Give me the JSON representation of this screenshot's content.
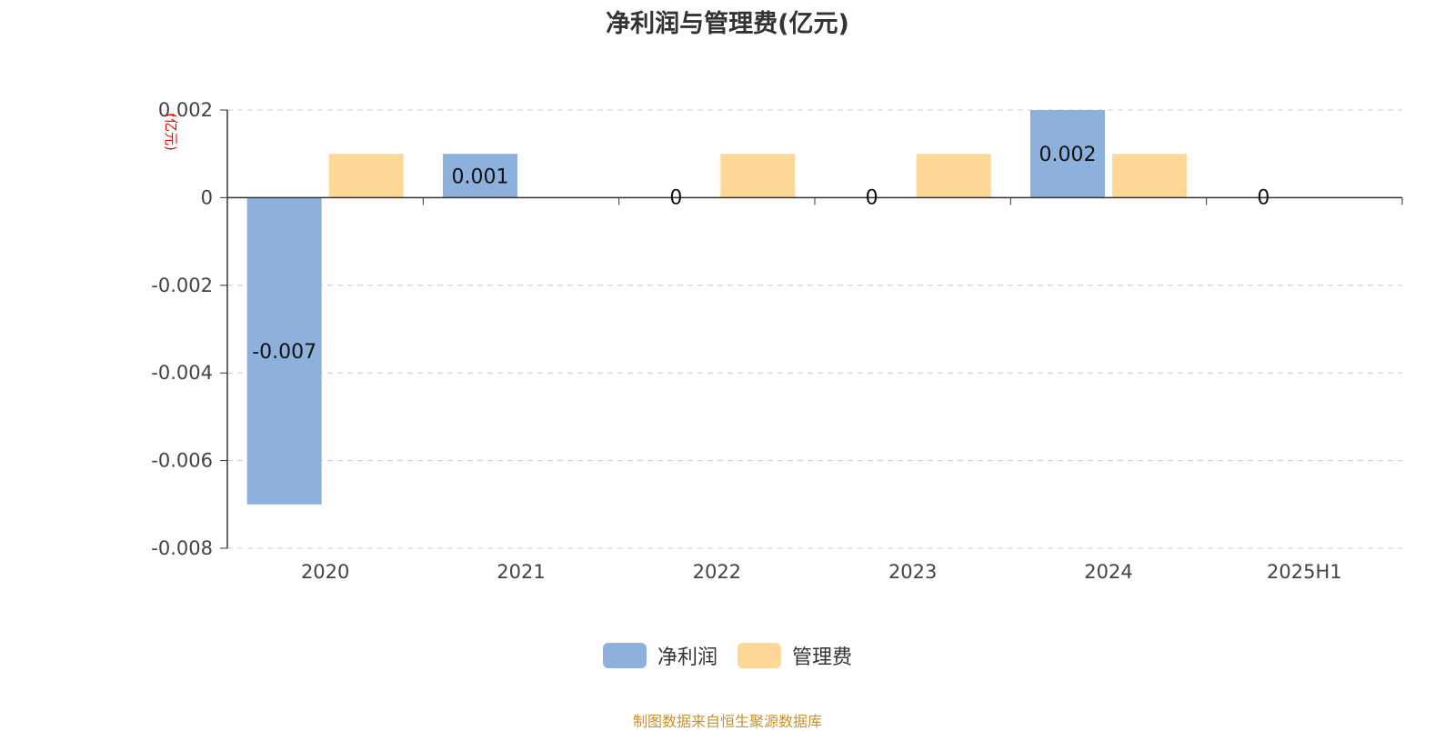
{
  "chart_data": {
    "type": "bar",
    "title": "净利润与管理费(亿元)",
    "ylabel": "(亿元)",
    "xlabel": "",
    "categories": [
      "2020",
      "2021",
      "2022",
      "2023",
      "2024",
      "2025H1"
    ],
    "series": [
      {
        "name": "净利润",
        "color": "#8eb0dc",
        "values": [
          -0.007,
          0.001,
          0,
          0,
          0.002,
          0
        ],
        "labels": [
          "-0.007",
          "0.001",
          "0",
          "0",
          "0.002",
          "0"
        ]
      },
      {
        "name": "管理费",
        "color": "#fed897",
        "values": [
          0.001,
          0,
          0.001,
          0.001,
          0.001,
          0
        ]
      }
    ],
    "ylim": [
      -0.008,
      0.002
    ],
    "yticks": [
      0.002,
      0,
      -0.002,
      -0.004,
      -0.006,
      -0.008
    ],
    "ytick_labels": [
      "0.002",
      "0",
      "-0.002",
      "-0.004",
      "-0.006",
      "-0.008"
    ],
    "grid": true,
    "legend_position": "bottom"
  },
  "source_note": "制图数据来自恒生聚源数据库"
}
